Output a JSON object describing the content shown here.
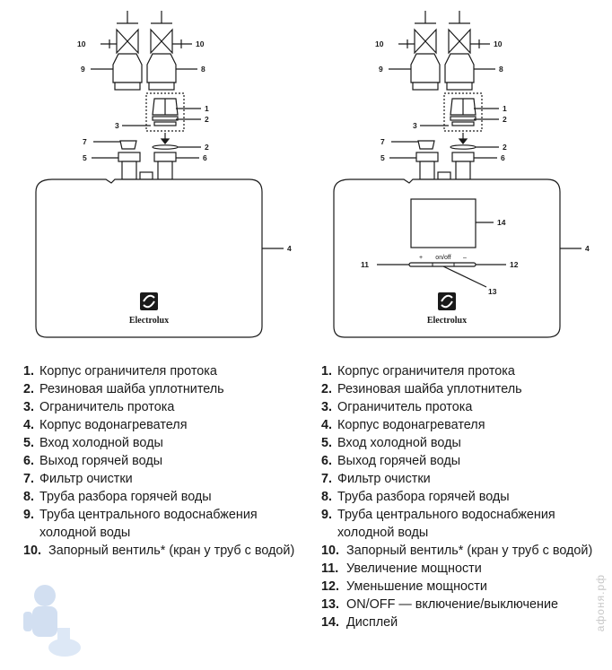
{
  "callouts": {
    "n1": "1",
    "n2": "2",
    "n3": "3",
    "n4": "4",
    "n5": "5",
    "n6": "6",
    "n7": "7",
    "n8": "8",
    "n9": "9",
    "n10": "10",
    "n11": "11",
    "n12": "12",
    "n13": "13",
    "n14": "14"
  },
  "panel": {
    "plus": "+",
    "onoff": "on/off",
    "minus": "–"
  },
  "brand": {
    "name": "Electrolux"
  },
  "legend_left": [
    {
      "num": "1.",
      "text": "Корпус ограничителя протока"
    },
    {
      "num": "2.",
      "text": "Резиновая шайба уплотнитель"
    },
    {
      "num": "3.",
      "text": "Ограничитель протока"
    },
    {
      "num": "4.",
      "text": "Корпус водонагревателя"
    },
    {
      "num": "5.",
      "text": "Вход холодной воды"
    },
    {
      "num": "6.",
      "text": "Выход горячей воды"
    },
    {
      "num": "7.",
      "text": "Фильтр очистки"
    },
    {
      "num": "8.",
      "text": "Труба разбора горячей воды"
    },
    {
      "num": "9.",
      "text": "Труба центрального водоснабжения холодной воды"
    },
    {
      "num": "10.",
      "text": "Запорный вентиль* (кран у труб с водой)"
    }
  ],
  "legend_right": [
    {
      "num": "1.",
      "text": "Корпус ограничителя протока"
    },
    {
      "num": "2.",
      "text": "Резиновая шайба уплотнитель"
    },
    {
      "num": "3.",
      "text": "Ограничитель протока"
    },
    {
      "num": "4.",
      "text": "Корпус водонагревателя"
    },
    {
      "num": "5.",
      "text": "Вход холодной воды"
    },
    {
      "num": "6.",
      "text": "Выход горячей воды"
    },
    {
      "num": "7.",
      "text": "Фильтр очистки"
    },
    {
      "num": "8.",
      "text": "Труба разбора горячей воды"
    },
    {
      "num": "9.",
      "text": "Труба центрального водоснабжения холодной воды"
    },
    {
      "num": "10.",
      "text": "Запорный вентиль* (кран у труб с водой)"
    },
    {
      "num": "11.",
      "text": "Увеличение мощности"
    },
    {
      "num": "12.",
      "text": "Уменьшение мощности"
    },
    {
      "num": "13.",
      "text": "ON/OFF — включение/выключение"
    },
    {
      "num": "14.",
      "text": "Дисплей"
    }
  ],
  "watermark": "афоня.рф"
}
